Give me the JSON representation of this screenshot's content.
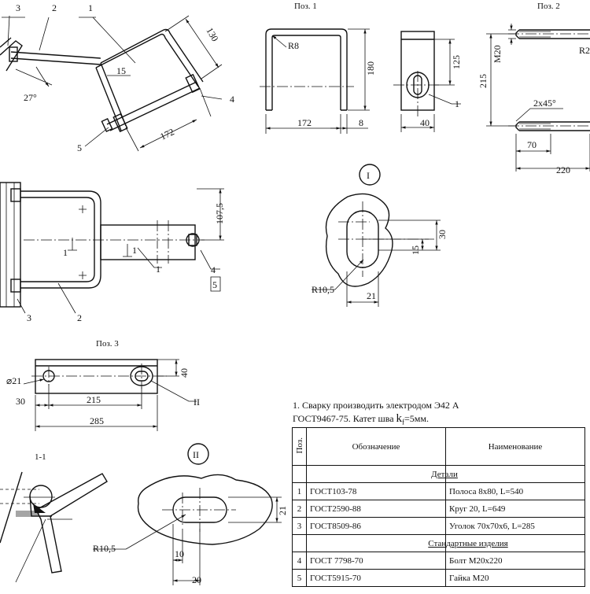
{
  "views": {
    "pos1_title": "Поз. 1",
    "pos2_title": "Поз. 2",
    "pos3_title": "Поз. 3",
    "section_title": "1-1",
    "detail_I": "I",
    "detail_II": "II"
  },
  "callouts": {
    "c1": "1",
    "c2": "2",
    "c3": "3",
    "c4": "4",
    "c5": "5"
  },
  "dimensions": {
    "assembly_angle": "27°",
    "assembly_130": "130",
    "assembly_15": "15",
    "assembly_172": "172",
    "pos1_r8": "R8",
    "pos1_180": "180",
    "pos1_172": "172",
    "pos1_8": "8",
    "pos1_side_125": "125",
    "pos1_side_40": "40",
    "pos2_m20": "M20",
    "pos2_r2": "R2",
    "pos2_215": "215",
    "pos2_chamfer": "2x45°",
    "pos2_70": "70",
    "pos2_220": "220",
    "plan_107_5": "107,5",
    "plan_section_mark": "1",
    "detI_30": "30",
    "detI_15": "15",
    "detI_r10_5": "R10,5",
    "detI_21": "21",
    "pos3_d21": "⌀21",
    "pos3_40": "40",
    "pos3_30": "30",
    "pos3_215": "215",
    "pos3_285": "285",
    "detII_r10_5": "R10,5",
    "detII_21": "21",
    "detII_10": "10",
    "detII_20": "20"
  },
  "notes": {
    "line1": "1. Сварку производить электродом Э42 А",
    "line2_a": "ГОСТ9467-75.  Катет шва ",
    "line2_k": "k",
    "line2_f": "f",
    "line2_b": "=5мм."
  },
  "spec_table": {
    "col_pos": "Поз.",
    "col_designation": "Обозначение",
    "col_name": "Наименование",
    "section_parts": "Детали",
    "section_standard": "Стандартные изделия",
    "rows_parts": [
      {
        "pos": "1",
        "designation": "ГОСТ103-78",
        "name": "Полоса 8х80, L=540"
      },
      {
        "pos": "2",
        "designation": "ГОСТ2590-88",
        "name": "Круг 20, L=649"
      },
      {
        "pos": "3",
        "designation": "ГОСТ8509-86",
        "name": "Уголок 70х70х6, L=285"
      }
    ],
    "rows_standard": [
      {
        "pos": "4",
        "designation": "ГОСТ 7798-70",
        "name": "Болт М20х220"
      },
      {
        "pos": "5",
        "designation": "ГОСТ5915-70",
        "name": "Гайка М20"
      }
    ]
  }
}
